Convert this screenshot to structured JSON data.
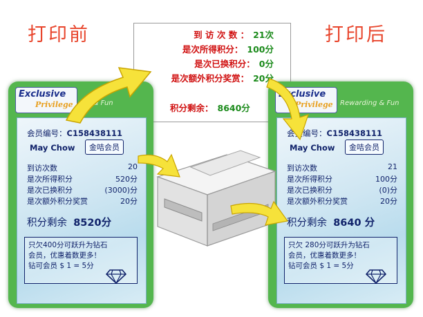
{
  "headings": {
    "before": "打印前",
    "after": "打印后"
  },
  "receipt": {
    "rows": [
      {
        "label": "到 访 次 数 ：",
        "value": "21次"
      },
      {
        "label": "是次所得积分：",
        "value": "100分"
      },
      {
        "label": "是次已换积分：",
        "value": "0分"
      },
      {
        "label": "是次额外积分奖赏：",
        "value": "20分"
      }
    ],
    "total": {
      "label": "积分剩余：",
      "value": "8640分"
    }
  },
  "brand": {
    "exclusive": "Exclusive",
    "privilege": "Privilege",
    "tagline_after": "Rewarding & Fun",
    "tagline_before": "ing & Fun"
  },
  "cards": {
    "before": {
      "member_label": "会员编号：",
      "member_no": "C158438111",
      "name": "May Chow",
      "tier": "金咭会员",
      "stats": [
        {
          "label": "到访次数",
          "value": "20"
        },
        {
          "label": "是次所得积分",
          "value": "520分"
        },
        {
          "label": "是次已换积分",
          "value": "(3000)分"
        },
        {
          "label": "是次额外积分奖赏",
          "value": "20分"
        }
      ],
      "balance_label": "积分剩余",
      "balance_value": "8520分",
      "notice": [
        "只欠400分可跃升为钻石",
        "会员，优惠着数更多！",
        "钻可会员 $ 1 = 5分"
      ]
    },
    "after": {
      "member_label": "会员编号：",
      "member_no": "C158438111",
      "name": "May Chow",
      "tier": "金咭会员",
      "stats": [
        {
          "label": "到访次数",
          "value": "21"
        },
        {
          "label": "是次所得积分",
          "value": "100分"
        },
        {
          "label": "是次已换积分",
          "value": "(0)分"
        },
        {
          "label": "是次额外积分奖赏",
          "value": "20分"
        }
      ],
      "balance_label": "积分剩余",
      "balance_value": "8640 分",
      "notice": [
        "只欠 280分可跃升为钻石",
        "会员，优惠着数更多！",
        "钻可会员 $ 1 = 5分"
      ]
    }
  },
  "colors": {
    "card_green": "#54b64e",
    "heading_red": "#e8452c",
    "text_navy": "#10226a",
    "arrow_yellow": "#f6e23a"
  }
}
